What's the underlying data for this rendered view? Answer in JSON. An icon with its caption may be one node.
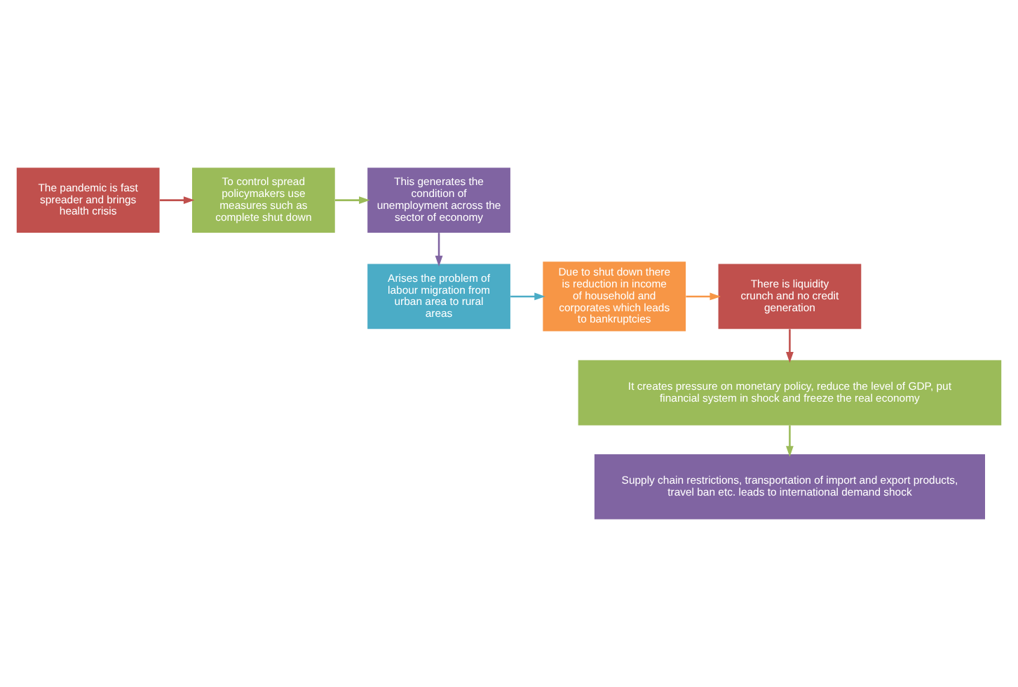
{
  "diagram": {
    "nodes": [
      {
        "text": [
          "The pandemic is fast spreader and brings health crisis"
        ]
      },
      {
        "text": [
          "To control spread policymakers use measures such as complete shut down"
        ]
      },
      {
        "text": [
          "This generates the condition of unemployment across the sector of economy"
        ]
      },
      {
        "text": [
          "Arises the problem of labour migration from urban area to rural areas"
        ]
      },
      {
        "text": [
          "Due to shut down there is reduction in income of household and corporates which leads to bankruptcies"
        ]
      },
      {
        "text": [
          "There is liquidity crunch and no credit generation"
        ]
      },
      {
        "text": [
          "It creates pressure on monetary policy, reduce the level of GDP, put financial system in shock and freeze the real economy"
        ]
      },
      {
        "text": [
          "Supply chain restrictions, transportation of import and export products, travel ban etc. leads to international demand shock"
        ]
      }
    ],
    "edges": [
      {
        "from": 0,
        "to": 1,
        "arrow": "to",
        "color": "#c0504d"
      },
      {
        "from": 1,
        "to": 2,
        "arrow": "to",
        "color": "#9bbb59"
      },
      {
        "from": 2,
        "to": 3,
        "arrow": "to",
        "color": "#8064a2"
      },
      {
        "from": 3,
        "to": 4,
        "arrow": "to",
        "color": "#4bacc6"
      },
      {
        "from": 4,
        "to": 5,
        "arrow": "to",
        "color": "#f79646"
      },
      {
        "from": 5,
        "to": 6,
        "arrow": "to",
        "color": "#c0504d"
      },
      {
        "from": 6,
        "to": 7,
        "arrow": "to",
        "color": "#9bbb59"
      }
    ]
  }
}
